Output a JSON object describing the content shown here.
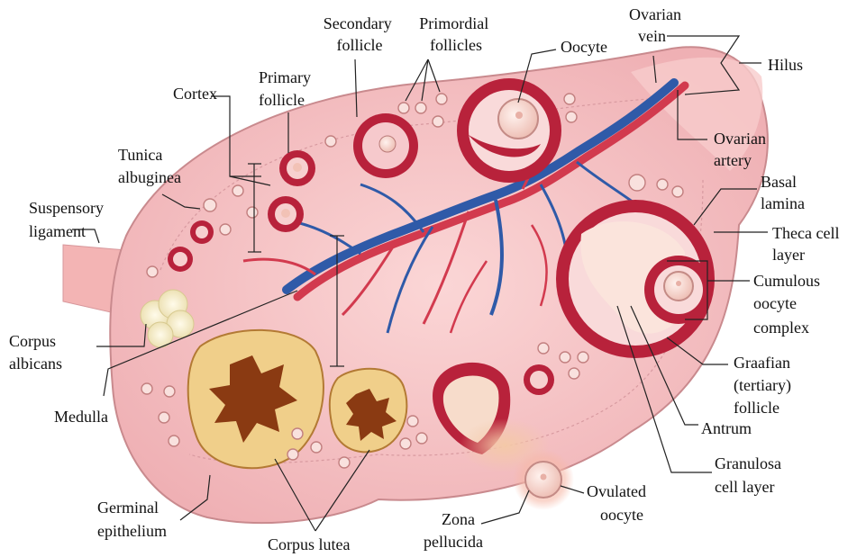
{
  "diagram": {
    "labels": {
      "secondary_follicle": [
        "Secondary",
        "follicle"
      ],
      "primordial_follicles": [
        "Primordial",
        "follicles"
      ],
      "oocyte": [
        "Oocyte"
      ],
      "ovarian_vein": [
        "Ovarian",
        "vein"
      ],
      "hilus": [
        "Hilus"
      ],
      "ovarian_artery": [
        "Ovarian",
        "artery"
      ],
      "basal_lamina": [
        "Basal",
        "lamina"
      ],
      "theca_cell_layer": [
        "Theca cell",
        "layer"
      ],
      "cumulous_oocyte_complex": [
        "Cumulous",
        "oocyte",
        "complex"
      ],
      "graafian_follicle": [
        "Graafian",
        "(tertiary)",
        "follicle"
      ],
      "antrum": [
        "Antrum"
      ],
      "granulosa_cell_layer": [
        "Granulosa",
        "cell layer"
      ],
      "ovulated_oocyte": [
        "Ovulated",
        "oocyte"
      ],
      "zona_pellucida": [
        "Zona",
        "pellucida"
      ],
      "corpus_lutea": [
        "Corpus lutea"
      ],
      "germinal_epithelium": [
        "Germinal",
        "epithelium"
      ],
      "medulla": [
        "Medulla"
      ],
      "corpus_albicans": [
        "Corpus",
        "albicans"
      ],
      "suspensory_ligament": [
        "Suspensory",
        "ligament"
      ],
      "tunica_albuginea": [
        "Tunica",
        "albuginea"
      ],
      "cortex": [
        "Cortex"
      ],
      "primary_follicle": [
        "Primary",
        "follicle"
      ]
    },
    "colors": {
      "stroma": "#f5c0c0",
      "stroma_edge": "#c98a8e",
      "follicle_wall": "#b8223b",
      "follicle_fluid": "#f9dada",
      "oocyte": "#f6d3c9",
      "vein": "#2f5aa8",
      "artery": "#d23a4e",
      "corpus_luteum_outer": "#f0cf8a",
      "corpus_luteum_inner": "#8a3a12",
      "corpus_albicans": "#fbf3d6"
    }
  }
}
